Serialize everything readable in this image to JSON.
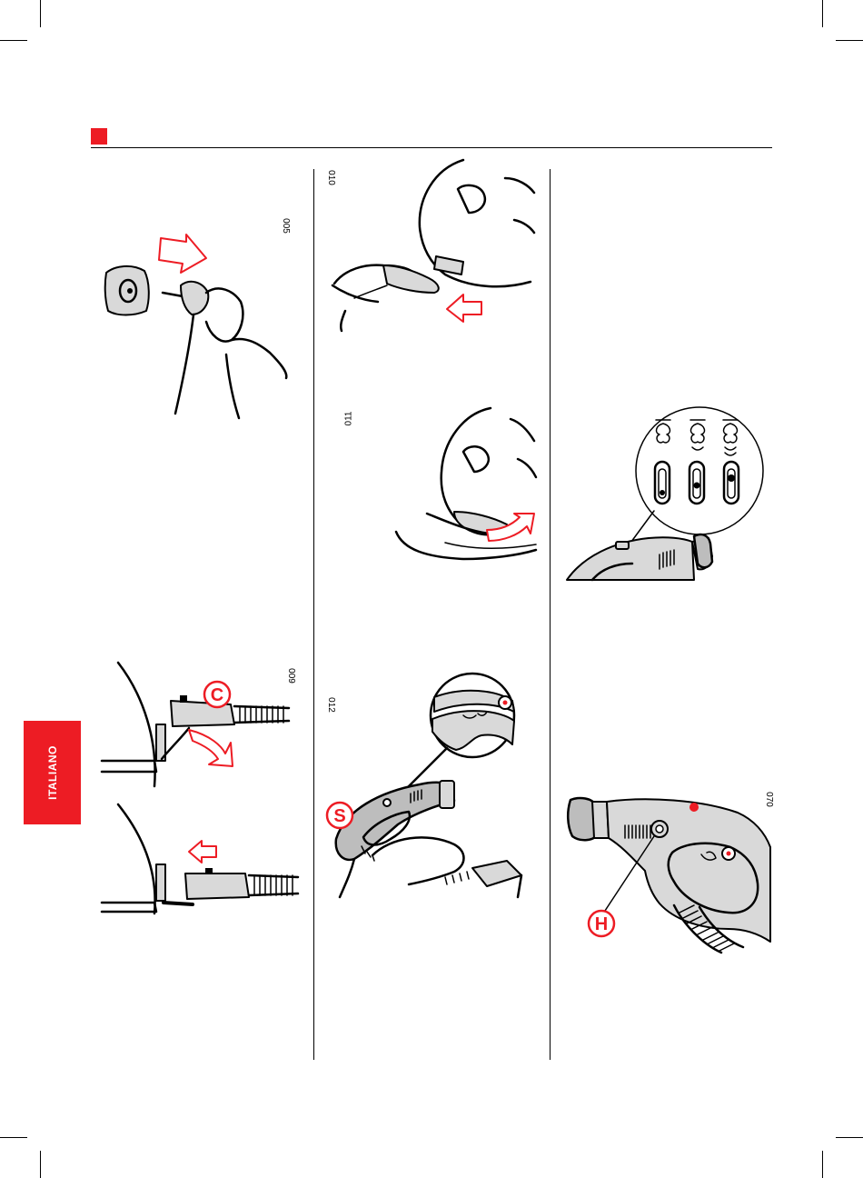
{
  "side_tab": {
    "label": "ITALIANO"
  },
  "figures": {
    "fig005": {
      "code": "005"
    },
    "fig009": {
      "code": "009",
      "badge": "C"
    },
    "fig010": {
      "code": "010"
    },
    "fig011": {
      "code": "011"
    },
    "fig012": {
      "code": "012",
      "badge": "S"
    },
    "fig070": {
      "code": "070",
      "badge": "H"
    }
  },
  "colors": {
    "accent": "#ed1c24",
    "ink": "#000000",
    "grey": "#bdbdbd"
  }
}
